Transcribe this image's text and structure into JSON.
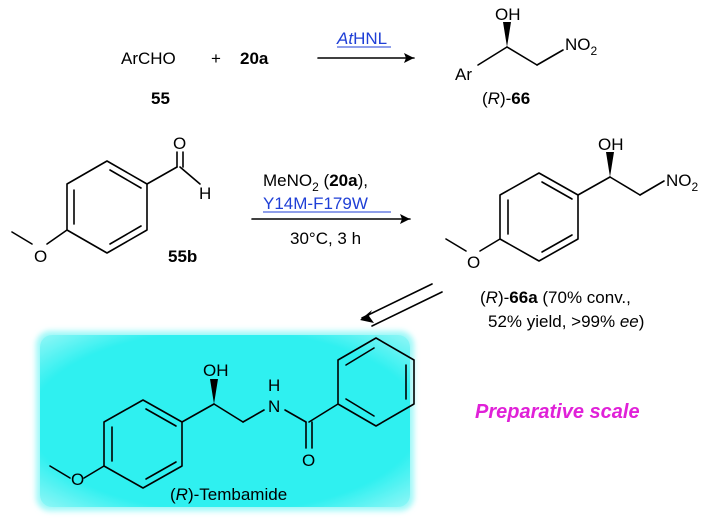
{
  "scheme_top": {
    "reactant_1": "ArCHO",
    "plus": "+",
    "reactant_2": "20a",
    "reactant_1_number": "55",
    "enzyme_prefix": "At",
    "enzyme_suffix": "HNL",
    "product_oh": "OH",
    "product_ar": "Ar",
    "product_no2_main": "NO",
    "product_no2_sub": "2",
    "product_label_open": "(",
    "product_label_config": "R",
    "product_label_close": ")-",
    "product_label_number": "66"
  },
  "scheme_mid": {
    "aldehyde_o": "O",
    "aldehyde_h": "H",
    "methoxy_o": "O",
    "reactant_number": "55b",
    "reagent_line1_a": "MeNO",
    "reagent_line1_sub": "2",
    "reagent_line1_b": " (",
    "reagent_line1_bold": "20a",
    "reagent_line1_c": "),",
    "reagent_line2": "Y14M-F179W",
    "conditions": "30°C, 3 h",
    "product_oh": "OH",
    "product_no2_main": "NO",
    "product_no2_sub": "2",
    "product_methoxy_o": "O",
    "product_label_open": "(",
    "product_label_config": "R",
    "product_label_close": ")-",
    "product_label_number": "66a",
    "product_label_rest": " (70% conv.,",
    "product_line2_a": "52% yield, >99% ",
    "product_line2_ee": "ee",
    "product_line2_b": ")"
  },
  "tembamide_box": {
    "oh": "OH",
    "nh_n": "N",
    "nh_h": "H",
    "carbonyl_o": "O",
    "methoxy_o": "O",
    "label_open": "(",
    "label_config": "R",
    "label_rest": ")-Tembamide",
    "box_color": "#2ff0f0",
    "text_accent": "#e021d8"
  },
  "preparative_scale": "Preparative scale"
}
